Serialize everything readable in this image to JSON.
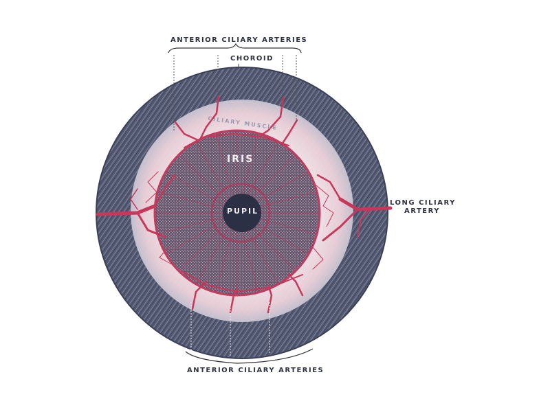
{
  "figure": {
    "subject": "Iris and ciliary body blood vessels, anterior view",
    "labels": {
      "top_arteries": "ANTERIOR CILIARY ARTERIES",
      "choroid": "CHOROID",
      "ciliary_muscle": "CILIARY MUSCLE",
      "iris": "IRIS",
      "pupil": "PUPIL",
      "long_ciliary_line1": "LONG CILIARY",
      "long_ciliary_line2": "ARTERY",
      "bottom_arteries": "ANTERIOR CILIARY ARTERIES"
    },
    "colors": {
      "background": "#ffffff",
      "choroid": "#4a5068",
      "choroid_light": "#8a90a6",
      "ciliary_ring": "#f3dde3",
      "iris": "#5a4a5e",
      "pupil": "#2c3044",
      "artery": "#c8365a",
      "text": "#2e3140"
    }
  }
}
